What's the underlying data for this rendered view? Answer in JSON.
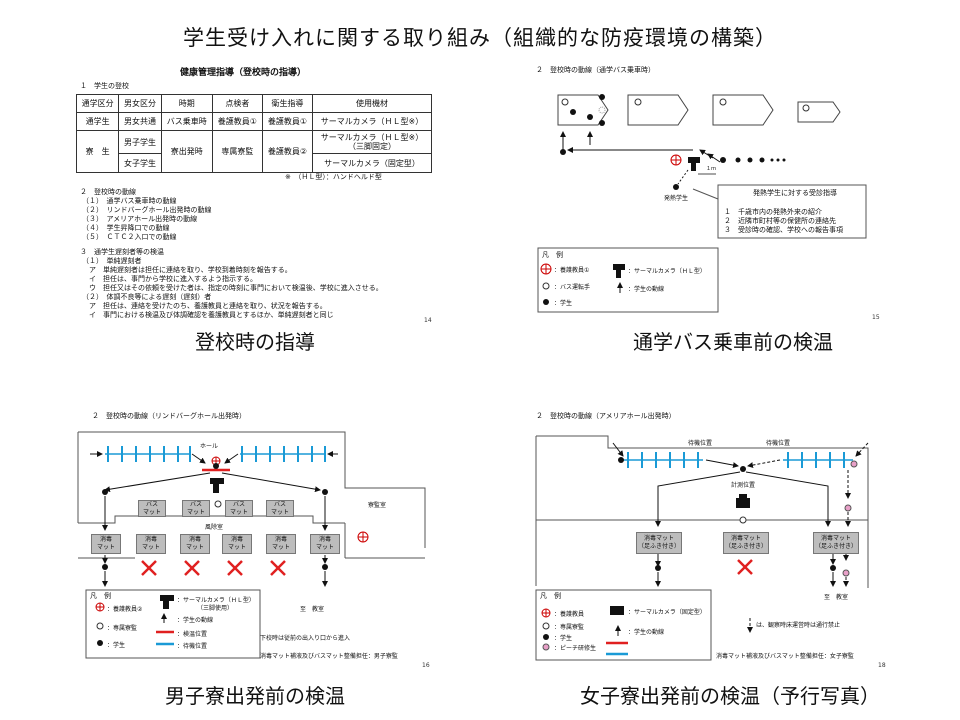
{
  "slide_title": "学生受け入れに関する取り組み（組織的な防疫環境の構築）",
  "panel1": {
    "doc_title": "健康管理指導（登校時の指導）",
    "section1": "１　学生の登校",
    "table_headers": [
      "通学区分",
      "男女区分",
      "時期",
      "点検者",
      "衛生指導",
      "使用機材"
    ],
    "row1": [
      "通学生",
      "男女共通",
      "バス乗車時",
      "養護教員①",
      "養護教員①",
      "サーマルカメラ（ＨＬ型※）"
    ],
    "row2_division": "寮　生",
    "row2_gender_m": "男子学生",
    "row2_gender_f": "女子学生",
    "row2_time": "寮出発時",
    "row2_checker": "専属寮監",
    "row2_hygiene": "養護教員②",
    "row2_equip_a": "サーマルカメラ（ＨＬ型※）",
    "row2_equip_a2": "（三脚固定）",
    "row2_equip_b": "サーマルカメラ（固定型）",
    "note": "※　（ＨＬ型）：ハンドヘルド型",
    "section2": "２　登校時の動線",
    "section2_items": [
      "（１）　通学バス乗車時の動線",
      "（２）　リンドバーグホール出発時の動線",
      "（３）　アメリアホール出発時の動線",
      "（４）　学生昇降口での動線",
      "（５）　ＣＴＣ２入口での動線"
    ],
    "section3": "３　通学生遅刻者等の検温",
    "section3_lines": [
      "（１）　単純遅刻者",
      "　ア　単純遅刻者は担任に連絡を取り、学校到着時刻を報告する。",
      "　イ　担任は、事門から学校に進入するよう指示する。",
      "　ウ　担任又はその依頼を受けた者は、指定の時刻に事門において検温後、学校に進入させる。",
      "（２）　体調不良等による遅刻（遅刻）者",
      "　ア　担任は、連絡を受けたのち、養護教員と連絡を取り、状況を報告する。",
      "　イ　事門における検温及び体調確認を養護教員とするほか、単純遅刻者と同じ"
    ],
    "page": "14",
    "caption": "登校時の指導"
  },
  "panel2": {
    "header": "２　登校時の動線（通学バス乗車時）",
    "distance": "１ｍ",
    "fever_label": "発熱学生",
    "fever_box_title": "発熱学生に対する受診指導",
    "fever_box_items": [
      "１　千歳市内の発熱外来の紹介",
      "２　近隣市町村等の保健所の連絡先",
      "３　受診時の確認、学校への報告事項"
    ],
    "legend_title": "凡　例",
    "legend": [
      "：養護教員①",
      "：バス運転手",
      "：学生",
      "：サーマルカメラ（ＨＬ型）",
      "：学生の動線"
    ],
    "page": "15",
    "caption": "通学バス乗車前の検温"
  },
  "panel3": {
    "header": "２　登校時の動線（リンドバーグホール出発時）",
    "hall": "ホール",
    "bus_mat": "バス\nマット",
    "wind_room": "風除室",
    "dorm_room": "寮監室",
    "disinfect_mat": "消毒\nマット",
    "to_classroom": "至　教室",
    "legend_title": "凡　例",
    "legend": [
      "：養護教員②",
      "：専属寮監",
      "：学生",
      "：サーマルカメラ（ＨＬ型）",
      "（三脚使用）",
      "：学生の動線",
      "：検温位置",
      "：待機位置"
    ],
    "note1": "下校時は従前の出入り口から進入",
    "note2": "消毒マット補液及びバスマット整備担任：男子寮監",
    "page": "16",
    "caption": "男子寮出発前の検温"
  },
  "panel4": {
    "header": "２　登校時の動線（アメリアホール出発時）",
    "wait1": "待機位置",
    "wait2": "待機位置",
    "measure": "計測位置",
    "mat_label": "消毒マット\n（足ふき付き）",
    "to_classroom": "至　教室",
    "legend_title": "凡　例",
    "legend": [
      "：養護教員",
      "：専属寮監",
      "：学生",
      "：ピーチ研修生",
      "：サーマルカメラ（固定型）",
      "：学生の動線"
    ],
    "note_arrow": "は、観察時床運営時は通行禁止",
    "note2": "消毒マット補液及びバスマット整備担任：女子寮監",
    "page": "18",
    "caption": "女子寮出発前の検温（予行写真）"
  }
}
